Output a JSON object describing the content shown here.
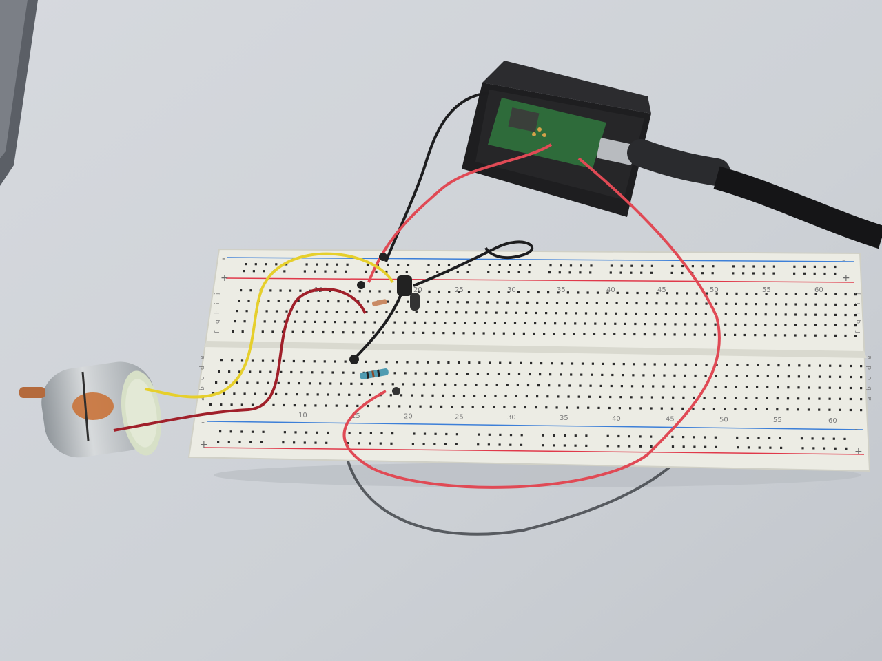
{
  "breadboard": {
    "column_numbers_top": [
      "10",
      "20",
      "25",
      "30",
      "35",
      "40",
      "45",
      "50",
      "55",
      "60"
    ],
    "column_numbers_bottom": [
      "10",
      "15",
      "20",
      "25",
      "30",
      "35",
      "40",
      "45",
      "50",
      "55",
      "60"
    ],
    "row_letters_top": [
      "f",
      "g",
      "h",
      "i",
      "j"
    ],
    "row_letters_bottom": [
      "a",
      "b",
      "c",
      "d",
      "e"
    ],
    "rail_minus": "-",
    "rail_plus": "+"
  },
  "colors": {
    "table": "#d4d7dc",
    "breadboard": "#ecece4",
    "hole": "#2a2a2a",
    "rail_blue": "#3c7fd8",
    "rail_red": "#e0394a",
    "wire_red": "#e04a55",
    "wire_black": "#1d1d1f",
    "wire_yellow": "#e6cf2c",
    "wire_darkred": "#a0202a",
    "controller_case": "#1e1e20",
    "pcb": "#2e6b3a"
  }
}
